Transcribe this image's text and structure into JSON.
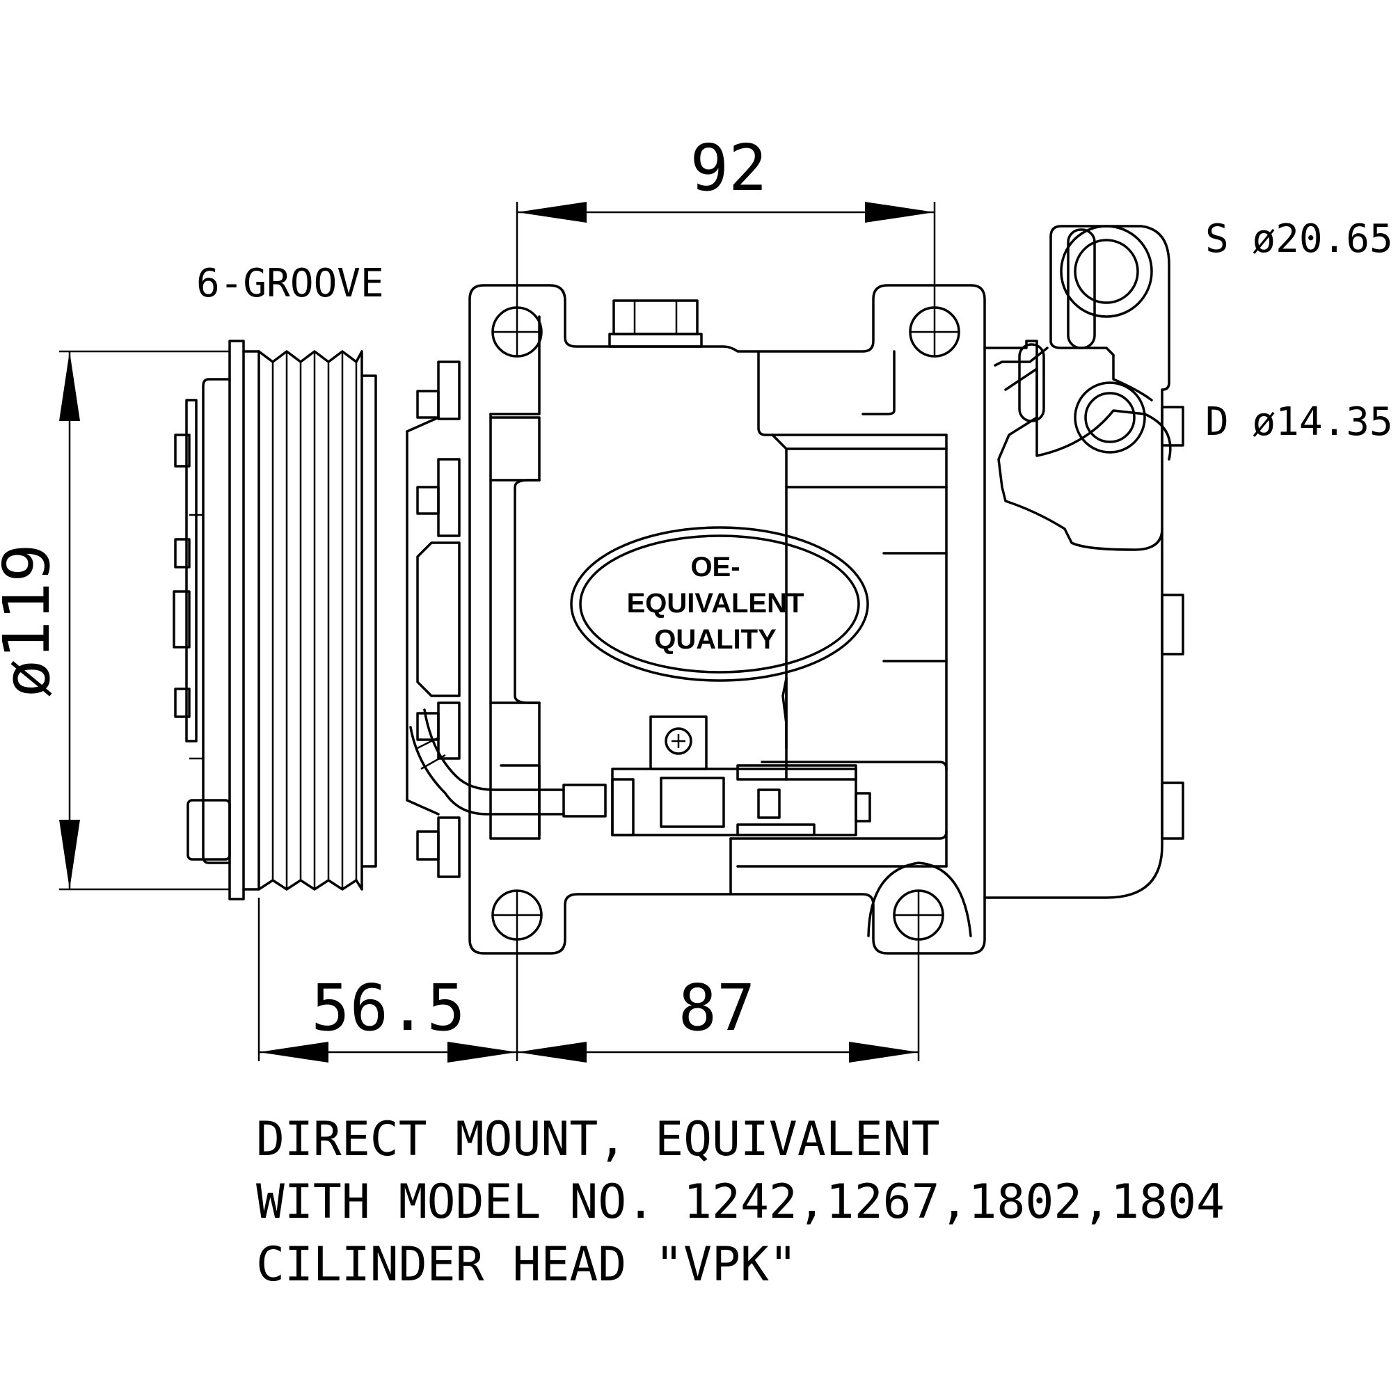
{
  "dimensions": {
    "top_width": "92",
    "pulley_diameter": "ø119",
    "pulley_offset": "56.5",
    "bottom_width": "87"
  },
  "labels": {
    "groove": "6-GROOVE",
    "suction": "S  ø20.65",
    "discharge": "D  ø14.35"
  },
  "badge": {
    "line1": "OE-",
    "line2": "EQUIVALENT",
    "line3": "QUALITY"
  },
  "notes": {
    "line1": "DIRECT MOUNT, EQUIVALENT",
    "line2": "WITH MODEL NO. 1242,1267,1802,1804",
    "line3": "CILINDER HEAD \"VPK\""
  }
}
